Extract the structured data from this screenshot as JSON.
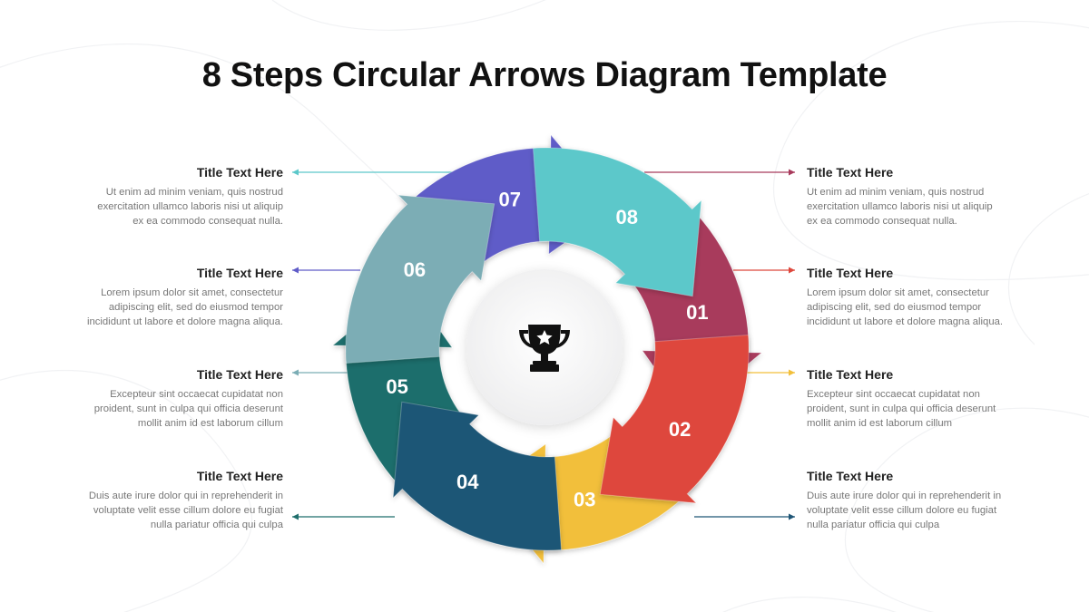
{
  "title": "8 Steps Circular Arrows Diagram Template",
  "steps": [
    {
      "number": "01",
      "color": "#A83A5C",
      "title": "Title Text Here",
      "text": [
        "Ut enim ad minim veniam, quis nostrud",
        "exercitation ullamco laboris nisi ut aliquip",
        "ex ea commodo consequat nulla."
      ]
    },
    {
      "number": "02",
      "color": "#DE473C",
      "title": "Title Text Here",
      "text": [
        "Lorem ipsum dolor sit amet, consectetur",
        "adipiscing elit, sed do eiusmod tempor",
        "incididunt ut labore et dolore magna aliqua."
      ]
    },
    {
      "number": "03",
      "color": "#F2BF3A",
      "title": "Title Text Here",
      "text": [
        "Excepteur sint occaecat cupidatat non",
        "proident, sunt in culpa qui officia deserunt",
        "mollit anim id est laborum cillum"
      ]
    },
    {
      "number": "04",
      "color": "#1F5676",
      "title": "Title Text Here",
      "text": [
        "Duis aute irure dolor qui in reprehenderit in",
        "voluptate velit esse cillum dolore eu fugiat",
        "nulla pariatur officia qui culpa"
      ]
    },
    {
      "number": "05",
      "color": "#1F6E6C",
      "title": "Title Text Here",
      "text": [
        "Duis aute irure dolor qui in reprehenderit in",
        "voluptate velit esse cillum dolore eu fugiat",
        "nulla pariatur officia qui culpa"
      ]
    },
    {
      "number": "06",
      "color": "#7BADB5",
      "title": "Title Text Here",
      "text": [
        "Excepteur sint occaecat cupidatat non",
        "proident, sunt in culpa qui officia deserunt",
        "mollit anim id est laborum cillum"
      ]
    },
    {
      "number": "07",
      "color": "#5F5CC8",
      "title": "Title Text Here",
      "text": [
        "Lorem ipsum dolor sit amet, consectetur",
        "adipiscing elit, sed do eiusmod tempor",
        "incididunt ut labore et dolore magna aliqua."
      ]
    },
    {
      "number": "08",
      "color": "#5CC8CA",
      "title": "Title Text Here",
      "text": [
        "Ut enim ad minim veniam, quis nostrud",
        "exercitation ullamco laboris nisi ut aliquip",
        "ex ea commodo consequat nulla."
      ]
    }
  ],
  "center_icon": "trophy-icon"
}
